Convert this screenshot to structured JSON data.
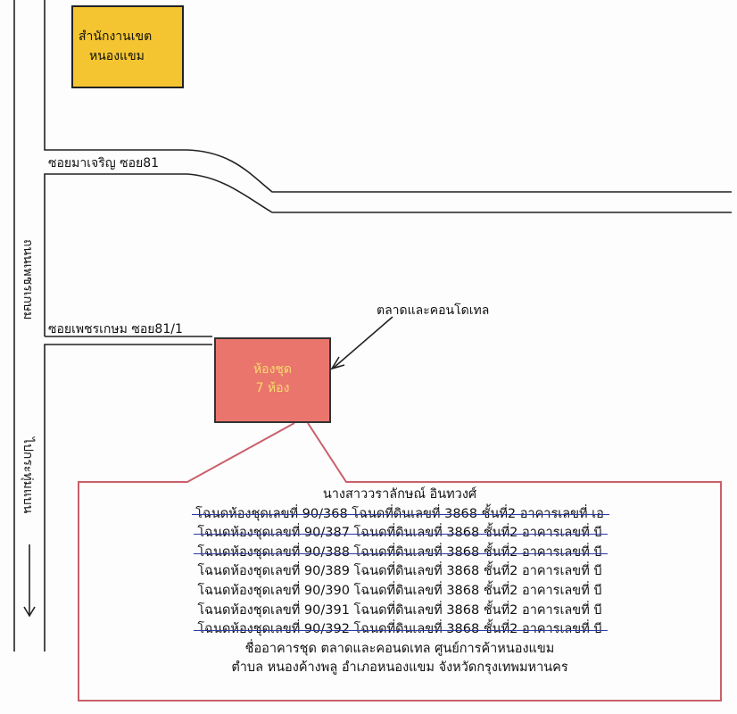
{
  "office": {
    "line1": "สำนักงานเขต",
    "line2": "หนองแขม",
    "color": "#f4c531"
  },
  "roads": {
    "soi_upper": "ซอยมาเจริญ ซอย81",
    "soi_lower": "ซอยเพชรเกษม ซอย81/1",
    "main_road": "ถนนเพชรเกษม",
    "direction": "ไปกระทุ่มแบน"
  },
  "pointer_label": "ตลาดและคอนโดเทล",
  "unit_box": {
    "line1": "ห้องชุด",
    "line2": "7 ห้อง",
    "color": "#ea756c"
  },
  "callout": {
    "owner": "นางสาววราลักษณ์ อินทวงศ์",
    "deeds": [
      {
        "text": "โฉนดห้องชุดเลขที่ 90/368 โฉนดที่ดินเลขที่ 3868 ชั้นที่2 อาคารเลขที่ เอ",
        "struck": true
      },
      {
        "text": "โฉนดห้องชุดเลขที่ 90/387 โฉนดที่ดินเลขที่ 3868 ชั้นที่2 อาคารเลขที่ บี",
        "struck": true
      },
      {
        "text": "โฉนดห้องชุดเลขที่ 90/388 โฉนดที่ดินเลขที่ 3868 ชั้นที่2 อาคารเลขที่ บี",
        "struck": true
      },
      {
        "text": "โฉนดห้องชุดเลขที่ 90/389 โฉนดที่ดินเลขที่ 3868 ชั้นที่2 อาคารเลขที่ บี",
        "struck": false
      },
      {
        "text": "โฉนดห้องชุดเลขที่ 90/390 โฉนดที่ดินเลขที่ 3868 ชั้นที่2 อาคารเลขที่ บี",
        "struck": false
      },
      {
        "text": "โฉนดห้องชุดเลขที่ 90/391 โฉนดที่ดินเลขที่ 3868 ชั้นที่2 อาคารเลขที่ บี",
        "struck": false
      },
      {
        "text": "โฉนดห้องชุดเลขที่ 90/392 โฉนดที่ดินเลขที่ 3868 ชั้นที่2 อาคารเลขที่ บี",
        "struck": true
      }
    ],
    "building": "ชื่ออาคารชุด ตลาดและคอนดเทล ศูนย์การค้าหนองแขม",
    "location": "ตำบล หนองค้างพลู อำเภอหนองแขม จังหวัดกรุงเทพมหานคร",
    "border_color": "#c9606a",
    "strike_color": "#2a3aa8"
  }
}
